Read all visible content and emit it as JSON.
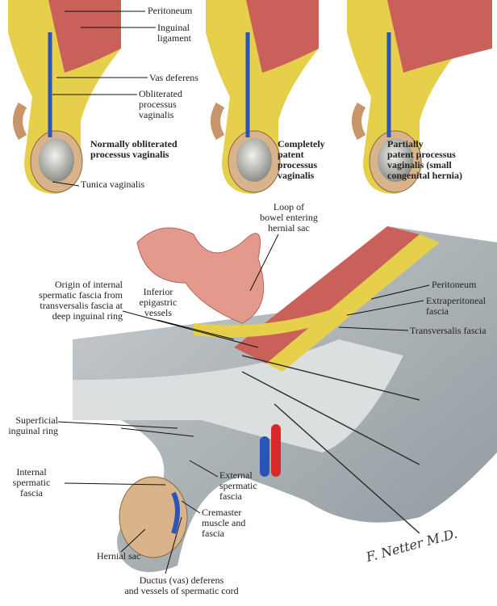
{
  "top_panels": [
    {
      "caption": "Normally obliterated\nprocessus vaginalis",
      "labels": {
        "peritoneum": "Peritoneum",
        "inguinal_ligament": "Inguinal\nligament",
        "vas_deferens": "Vas deferens",
        "obliterated_processus": "Obliterated\nprocessus\nvaginalis",
        "tunica_vaginalis": "Tunica vaginalis"
      }
    },
    {
      "caption": "Completely\npatent\nprocessus\nvaginalis"
    },
    {
      "caption": "Partially\npatent processus\nvaginalis (small\ncongenital hernia)"
    }
  ],
  "main_panel": {
    "labels": {
      "loop_of_bowel": "Loop of\nbowel entering\nhernial sac",
      "origin_internal_spermatic": "Origin of internal\nspermatic fascia from\ntransversalis fascia at\ndeep inguinal ring",
      "inferior_epigastric": "Inferior\nepigastric\nvessels",
      "peritoneum": "Peritoneum",
      "extraperitoneal_fascia": "Extraperitoneal\nfascia",
      "transversalis_fascia": "Transversalis fascia",
      "superficial_inguinal_ring": "Superficial\ninguinal ring",
      "internal_spermatic_fascia": "Internal\nspermatic\nfascia",
      "external_spermatic_fascia": "External\nspermatic\nfascia",
      "cremaster": "Cremaster\nmuscle and\nfascia",
      "hernial_sac": "Hernial sac",
      "ductus_deferens": "Ductus (vas) deferens\nand vessels of spermatic cord"
    },
    "signature": "F. Netter M.D."
  },
  "colors": {
    "muscle": "#c9615a",
    "fat": "#e8d23a",
    "skin": "#d9b48a",
    "vein": "#2a55b8",
    "artery": "#d8282a",
    "bowel": "#e39a8c"
  }
}
